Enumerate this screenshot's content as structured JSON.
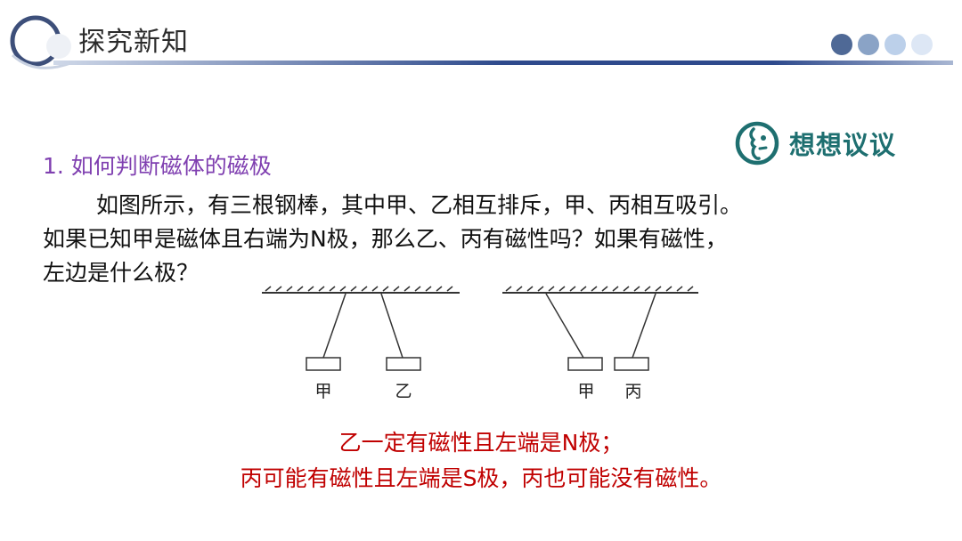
{
  "header": {
    "title": "探究新知",
    "accent_color": "#2e4a8c"
  },
  "badge": {
    "label": "想想议议",
    "icon": "thinking-head-icon",
    "color": "#1e6f70"
  },
  "content": {
    "subheading": "1. 如何判断磁体的磁极",
    "question_lines": [
      "如图所示，有三根钢棒，其中甲、乙相互排斥，甲、丙相互吸引。",
      "如果已知甲是磁体且右端为N极，那么乙、丙有磁性吗？如果有磁性，",
      "左边是什么极？"
    ]
  },
  "figure": {
    "left_pair": {
      "bar_a_label": "甲",
      "bar_b_label": "乙"
    },
    "right_pair": {
      "bar_a_label": "甲",
      "bar_b_label": "丙"
    }
  },
  "answer": {
    "lines": [
      "乙一定有磁性且左端是N极；",
      "丙可能有磁性且左端是S极，丙也可能没有磁性。"
    ],
    "color": "#c00000"
  }
}
